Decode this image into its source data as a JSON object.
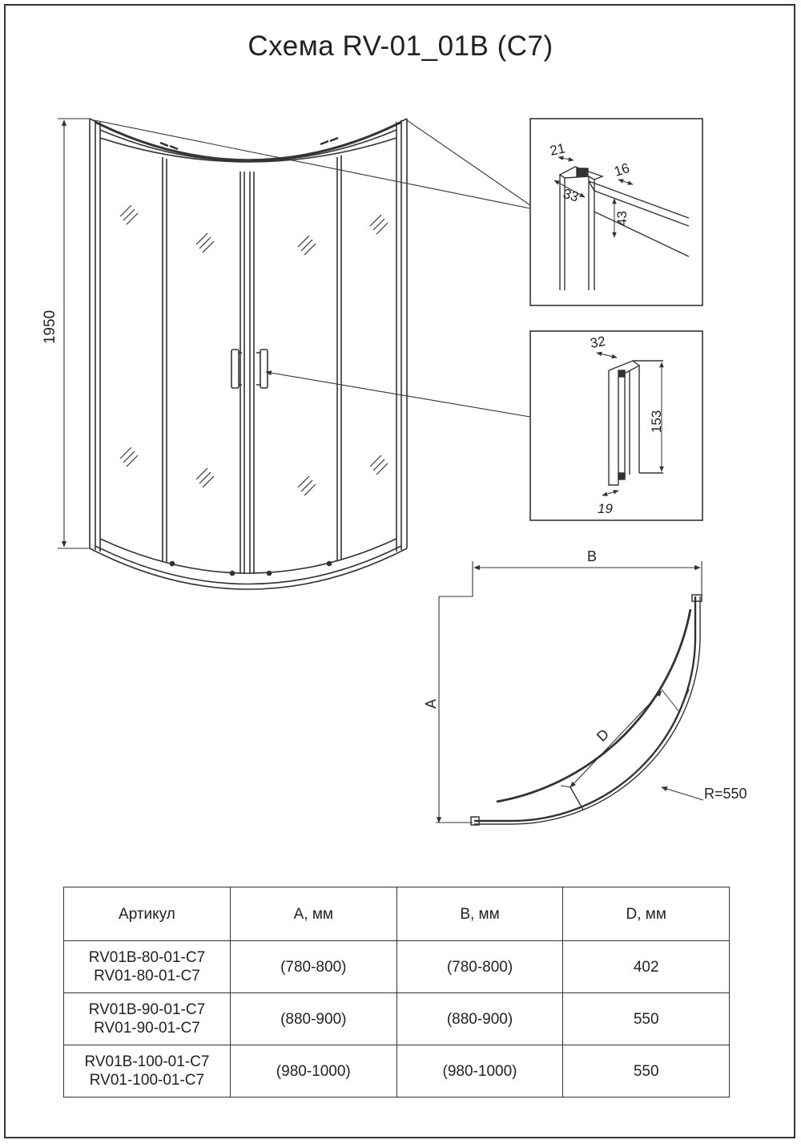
{
  "title": "Схема RV-01_01B (C7)",
  "dimensions": {
    "height": "1950",
    "top_profile_width": "21",
    "top_profile_depth": "33",
    "top_rail_thickness": "16",
    "top_rail_height": "43",
    "handle_width": "32",
    "handle_length": "153",
    "handle_depth": "19",
    "plan_a": "A",
    "plan_b": "B",
    "plan_d": "D",
    "radius": "R=550"
  },
  "table": {
    "headers": [
      "Артикул",
      "A, мм",
      "B, мм",
      "D, мм"
    ],
    "rows": [
      {
        "article": "RV01B-80-01-C7\nRV01-80-01-C7",
        "a": "(780-800)",
        "b": "(780-800)",
        "d": "402"
      },
      {
        "article": "RV01B-90-01-C7\nRV01-90-01-C7",
        "a": "(880-900)",
        "b": "(880-900)",
        "d": "550"
      },
      {
        "article": "RV01B-100-01-C7\nRV01-100-01-C7",
        "a": "(980-1000)",
        "b": "(980-1000)",
        "d": "550"
      }
    ]
  }
}
